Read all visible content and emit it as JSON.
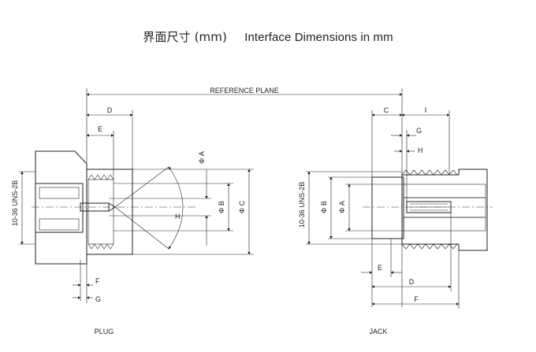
{
  "header": {
    "title_zh": "界面尺寸 (mm)",
    "title_en": "Interface Dimensions in mm"
  },
  "reference_plane": "REFERENCE PLANE",
  "plug": {
    "caption": "PLUG",
    "thread": "10-36 UNS-2B",
    "dims": {
      "D": "D",
      "E": "E",
      "F": "F",
      "G": "G",
      "H": "H",
      "A": "Φ A",
      "B": "Φ B",
      "C": "Φ C"
    }
  },
  "jack": {
    "caption": "JACK",
    "thread": "10-36 UNS-2B",
    "dims": {
      "C": "C",
      "I": "I",
      "G": "G",
      "H": "H",
      "E": "E",
      "D": "D",
      "F": "F",
      "A": "Φ A",
      "B": "Φ B"
    }
  }
}
